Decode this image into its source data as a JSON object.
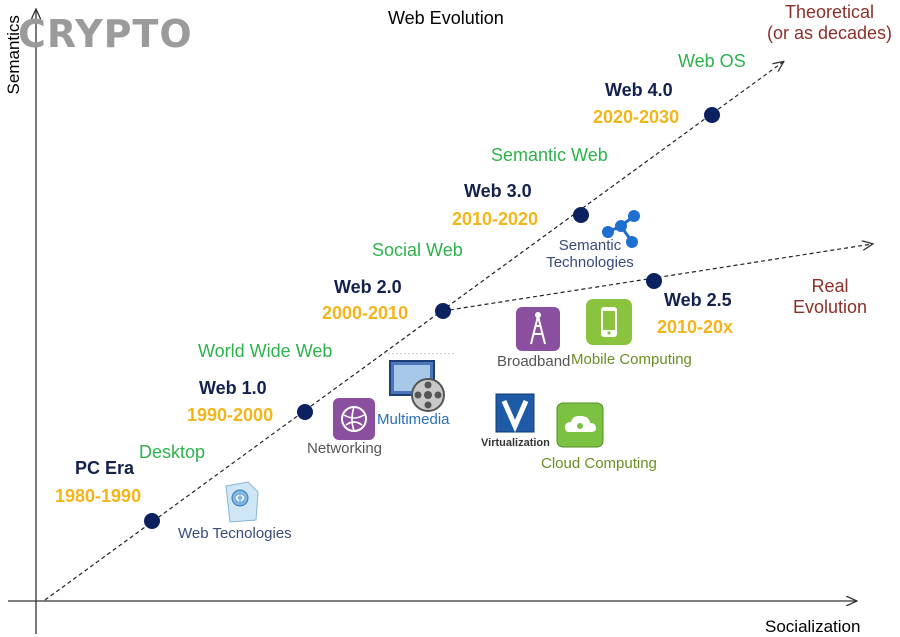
{
  "brand": "CRYPTO",
  "title": "Web Evolution",
  "axes": {
    "y_label": "Semantics",
    "x_label": "Socialization"
  },
  "eras": [
    {
      "name": "PC Era",
      "years": "1980-1990",
      "phase": "Desktop"
    },
    {
      "name": "Web 1.0",
      "years": "1990-2000",
      "phase": "World Wide Web"
    },
    {
      "name": "Web 2.0",
      "years": "2000-2010",
      "phase": "Social Web"
    },
    {
      "name": "Web 3.0",
      "years": "2010-2020",
      "phase": "Semantic Web"
    },
    {
      "name": "Web 4.0",
      "years": "2020-2030",
      "phase": "Web OS"
    },
    {
      "name": "Web 2.5",
      "years": "2010-20x",
      "phase": ""
    }
  ],
  "evolution_labels": {
    "theoretical": [
      "Theoretical",
      "(or as decades)"
    ],
    "real": [
      "Real",
      "Evolution"
    ]
  },
  "technologies": [
    {
      "label": "Web Tecnologies",
      "icon": "web-document-icon",
      "color": "#3a4a7a"
    },
    {
      "label": "Networking",
      "icon": "globe-network-icon",
      "color": "#555555"
    },
    {
      "label": "Multimedia",
      "icon": "film-reel-icon",
      "color": "#2b6fb6"
    },
    {
      "label": "Broadband",
      "icon": "antenna-tower-icon",
      "color": "#555555"
    },
    {
      "label": "Mobile Computing",
      "icon": "mobile-phone-icon",
      "color": "#6b8e23"
    },
    {
      "label": "Virtualization",
      "icon": "virtualization-v-icon",
      "color": "#333333"
    },
    {
      "label": "Cloud Computing",
      "icon": "cloud-icon",
      "color": "#6b8e23"
    },
    {
      "label": "Semantic Technologies",
      "icon": "semantic-network-icon",
      "color": "#3a4a7a"
    }
  ],
  "colors": {
    "node": "#0b2160",
    "era": "#13214d",
    "years": "#f2b61b",
    "phase": "#2eb24c",
    "evolution": "#8b2f2a",
    "brand": "#9b9b9b"
  }
}
